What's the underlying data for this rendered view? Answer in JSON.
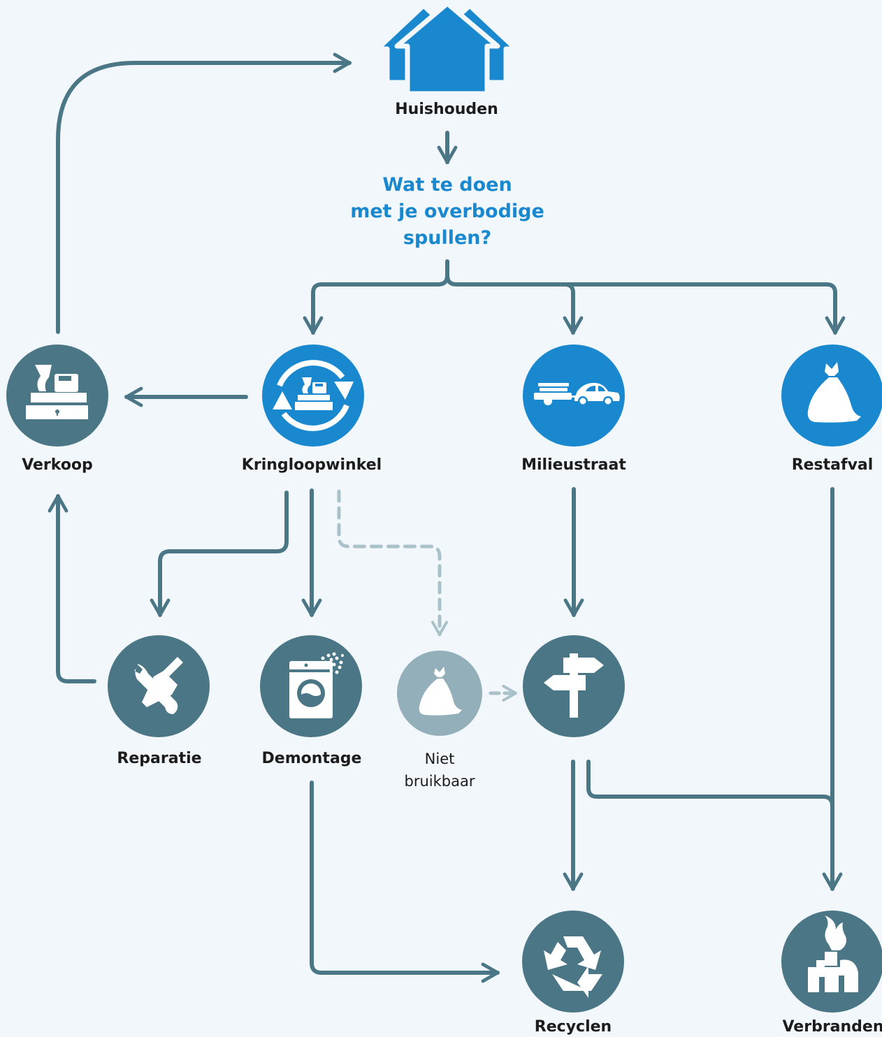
{
  "colors": {
    "background": "#f2f7fb",
    "blue": "#1a88cf",
    "slate": "#4a7686",
    "arrow": "#4a7686",
    "muted": "#93b0ba",
    "white": "#ffffff"
  },
  "nodes": {
    "household": {
      "label": "Huishouden",
      "icon": "houses-icon"
    },
    "question": {
      "lines": [
        "Wat te doen",
        "met je overbodige",
        "spullen?"
      ]
    },
    "sale": {
      "label": "Verkoop",
      "icon": "cash-register-icon"
    },
    "thrift_store": {
      "label": "Kringloopwinkel",
      "icon": "cash-register-cycle-icon"
    },
    "recycling_center": {
      "label": "Milieustraat",
      "icon": "car-trailer-icon"
    },
    "residual_waste": {
      "label": "Restafval",
      "icon": "garbage-bag-icon"
    },
    "repair": {
      "label": "Reparatie",
      "icon": "wrench-screwdriver-icon"
    },
    "dismantling": {
      "label": "Demontage",
      "icon": "washing-machine-icon"
    },
    "unusable": {
      "label_lines": [
        "Niet",
        "bruikbaar"
      ],
      "icon": "garbage-bag-icon"
    },
    "sorting": {
      "icon": "signpost-icon"
    },
    "recycle": {
      "label": "Recyclen",
      "icon": "recycle-icon"
    },
    "incinerate": {
      "label": "Verbranden",
      "icon": "incinerator-icon"
    }
  }
}
